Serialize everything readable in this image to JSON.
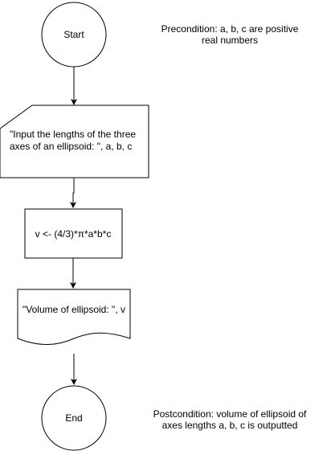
{
  "diagram": {
    "nodes": {
      "start": {
        "label": "Start"
      },
      "input": {
        "label": "\"Input the lengths of the three axes of an ellipsoid: \", a, b, c"
      },
      "process": {
        "label": "v <- (4/3)*π*a*b*c"
      },
      "output": {
        "label": "\"Volume of ellipsoid: \", v"
      },
      "end": {
        "label": "End"
      }
    },
    "notes": {
      "precondition": "Precondition: a, b, c are positive real numbers",
      "postcondition": "Postcondition: volume of ellipsoid of axes lengths a, b, c is outputted"
    }
  }
}
